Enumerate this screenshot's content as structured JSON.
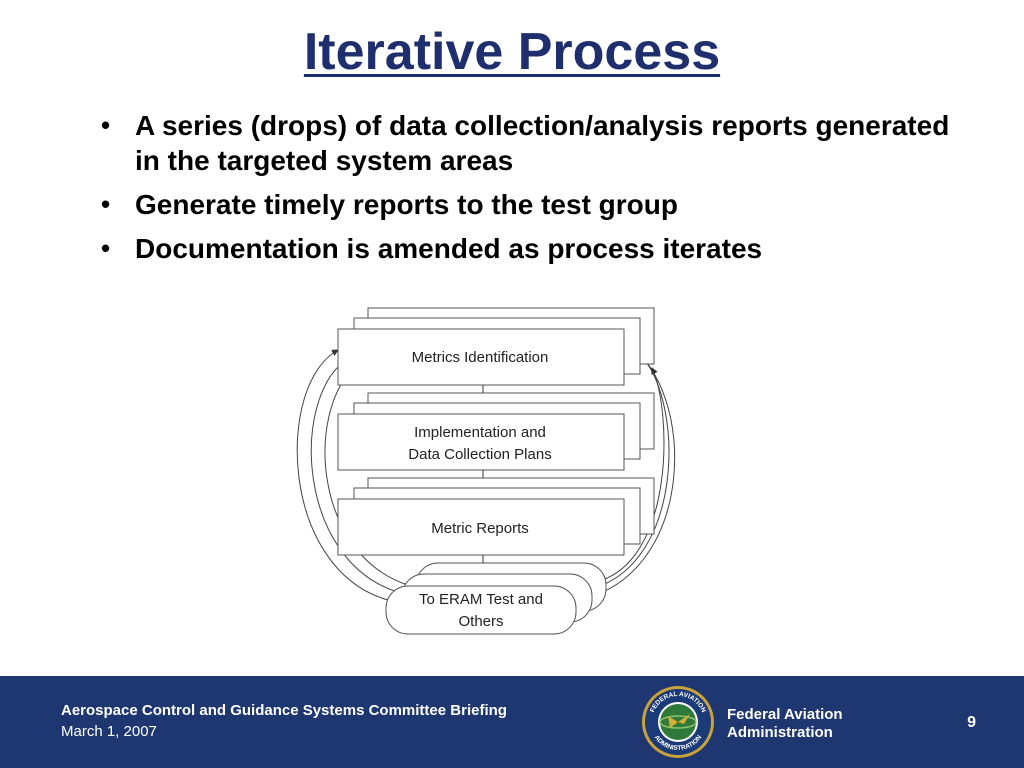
{
  "slide": {
    "title": "Iterative Process",
    "bullets": [
      "A series (drops) of data collection/analysis reports generated in the targeted system areas",
      "Generate timely reports to the test group",
      "Documentation is amended as process iterates"
    ]
  },
  "diagram": {
    "boxes": [
      {
        "lines": [
          "Metrics Identification"
        ]
      },
      {
        "lines": [
          "Implementation and",
          "Data Collection Plans"
        ]
      },
      {
        "lines": [
          "Metric Reports"
        ]
      }
    ],
    "terminal": {
      "lines": [
        "To ERAM Test and",
        "Others"
      ]
    }
  },
  "footer": {
    "title": "Aerospace Control and Guidance Systems Committee Briefing",
    "date": "March 1, 2007",
    "agency_line1": "Federal Aviation",
    "agency_line2": "Administration",
    "page_number": "9",
    "seal_text_top": "FEDERAL AVIATION",
    "seal_text_bottom": "ADMINISTRATION",
    "colors": {
      "bar": "#1f3770",
      "title": "#1f2f6e"
    }
  }
}
